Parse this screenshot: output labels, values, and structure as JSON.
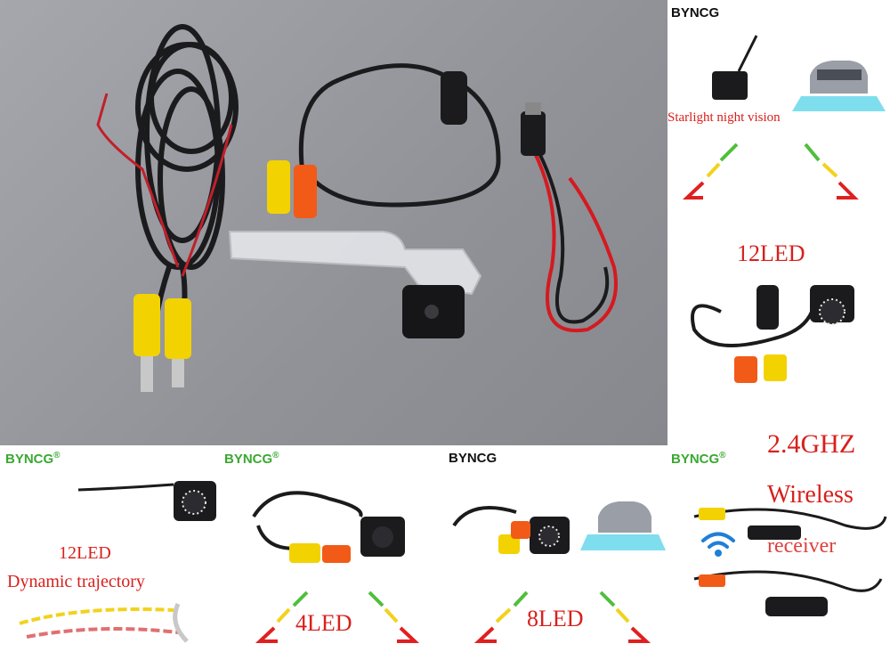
{
  "main_photo": {
    "alt": "Rear view camera with bracket, RCA video cable, power cable"
  },
  "panels": {
    "starlight": {
      "brand": "BYNCG",
      "caption": "Starlight night vision"
    },
    "led12": {
      "caption": "12LED"
    },
    "dynamic": {
      "brand": "BYNCG",
      "trademark": "®",
      "line1": "12LED",
      "line2": "Dynamic trajectory"
    },
    "led4": {
      "brand": "BYNCG",
      "trademark": "®",
      "caption": "4LED"
    },
    "led8": {
      "brand": "BYNCG",
      "caption": "8LED"
    },
    "wireless": {
      "brand": "BYNCG",
      "trademark": "®",
      "line1": "2.4GHZ",
      "line2": "Wireless",
      "line3": "receiver"
    }
  },
  "colors": {
    "brand_green": "#3aa832",
    "brand_black": "#111111",
    "caption_red": "#d8201c",
    "guide_red": "#e02020",
    "guide_yellow": "#f2d21c",
    "guide_green": "#4fbf3a",
    "photo_bg": "#9a9ca2"
  }
}
